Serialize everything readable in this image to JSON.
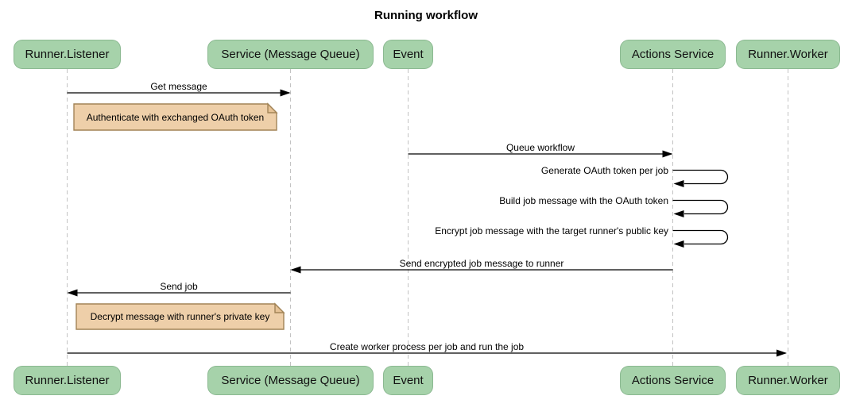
{
  "title": "Running workflow",
  "actors": [
    {
      "id": "runner-listener",
      "label": "Runner.Listener"
    },
    {
      "id": "service-message-queue",
      "label": "Service (Message Queue)"
    },
    {
      "id": "event",
      "label": "Event"
    },
    {
      "id": "actions-service",
      "label": "Actions Service"
    },
    {
      "id": "runner-worker",
      "label": "Runner.Worker"
    }
  ],
  "messages": [
    {
      "from": "Runner.Listener",
      "to": "Service (Message Queue)",
      "type": "arrow",
      "label": "Get message"
    },
    {
      "from": "Event",
      "to": "Actions Service",
      "type": "arrow",
      "label": "Queue workflow"
    },
    {
      "from": "Actions Service",
      "to": "Actions Service",
      "type": "self",
      "label": "Generate OAuth token per job"
    },
    {
      "from": "Actions Service",
      "to": "Actions Service",
      "type": "self",
      "label": "Build job message with the OAuth token"
    },
    {
      "from": "Actions Service",
      "to": "Actions Service",
      "type": "self",
      "label": "Encrypt job message with the target runner's public key"
    },
    {
      "from": "Actions Service",
      "to": "Service (Message Queue)",
      "type": "arrow",
      "label": "Send encrypted job message to runner"
    },
    {
      "from": "Service (Message Queue)",
      "to": "Runner.Listener",
      "type": "arrow",
      "label": "Send job"
    },
    {
      "from": "Runner.Listener",
      "to": "Runner.Worker",
      "type": "arrow",
      "label": "Create worker process per job and run the job"
    }
  ],
  "notes": [
    {
      "anchor": "Runner.Listener",
      "label": "Authenticate with exchanged OAuth token"
    },
    {
      "anchor": "Runner.Listener",
      "label": "Decrypt message with runner's private key"
    }
  ],
  "colors": {
    "background": "#ffffff",
    "actor_fill": "#a6d2aa",
    "actor_text": "#111111",
    "note_fill": "#eecfa9",
    "note_border": "#a28457",
    "lifeline": "#c3c3c3",
    "arrow": "#000000"
  }
}
